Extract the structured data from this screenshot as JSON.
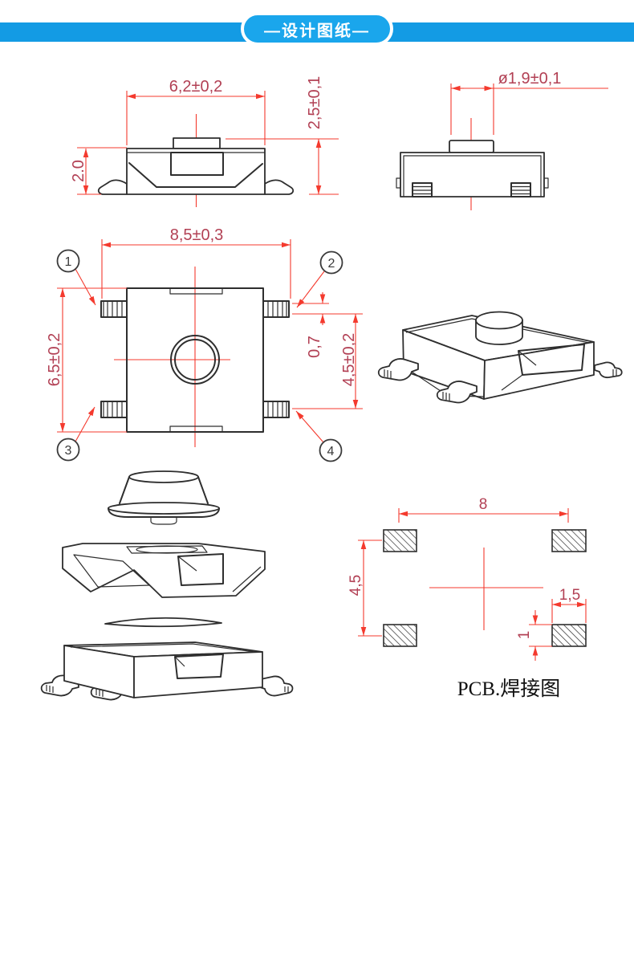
{
  "banner": {
    "title": "—设计图纸—"
  },
  "palette": {
    "banner_blue": "#18a2ea",
    "dimension_line_red": "#f43a2e",
    "dimension_text_red": "#b24054",
    "drawing_line": "#2e2e2e"
  },
  "front_view": {
    "width_dim": "6,2±0,2",
    "overall_height_dim": "2,5±0,1",
    "body_height_dim": "2.0"
  },
  "side_view": {
    "knob_diameter_dim": "ø1,9±0,1"
  },
  "top_view": {
    "width_dim": "8,5±0,3",
    "depth_dim": "6,5±0,2",
    "lead_width_dim": "0,7",
    "lead_span_dim": "4,5±0,2",
    "callouts": [
      "1",
      "2",
      "3",
      "4"
    ]
  },
  "pcb_layout": {
    "pad_pitch_x_dim": "8",
    "pad_pitch_y_dim": "4,5",
    "pad_width_dim": "1,5",
    "pad_height_dim": "1",
    "caption": "PCB.焊接图"
  }
}
